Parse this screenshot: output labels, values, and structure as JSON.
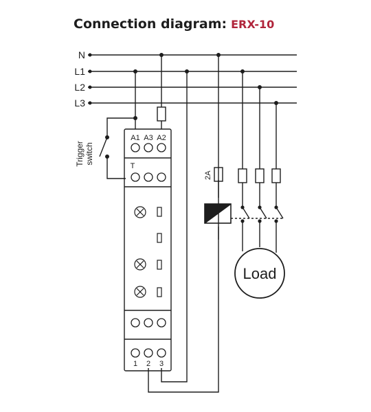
{
  "header": {
    "title": "Connection diagram:",
    "model": "ERX-10"
  },
  "lines": [
    "N",
    "L1",
    "L2",
    "L3"
  ],
  "device": {
    "top_terminals": [
      "A1",
      "A3",
      "A2"
    ],
    "trigger_terminal": "T",
    "bottom_terminals": [
      "1",
      "2",
      "3"
    ]
  },
  "trigger_switch": {
    "line1": "Trigger",
    "line2": "switch"
  },
  "fuse_label": "2A",
  "load_label": "Load",
  "colors": {
    "ink": "#1d1d1d",
    "accent": "#b0243a"
  }
}
